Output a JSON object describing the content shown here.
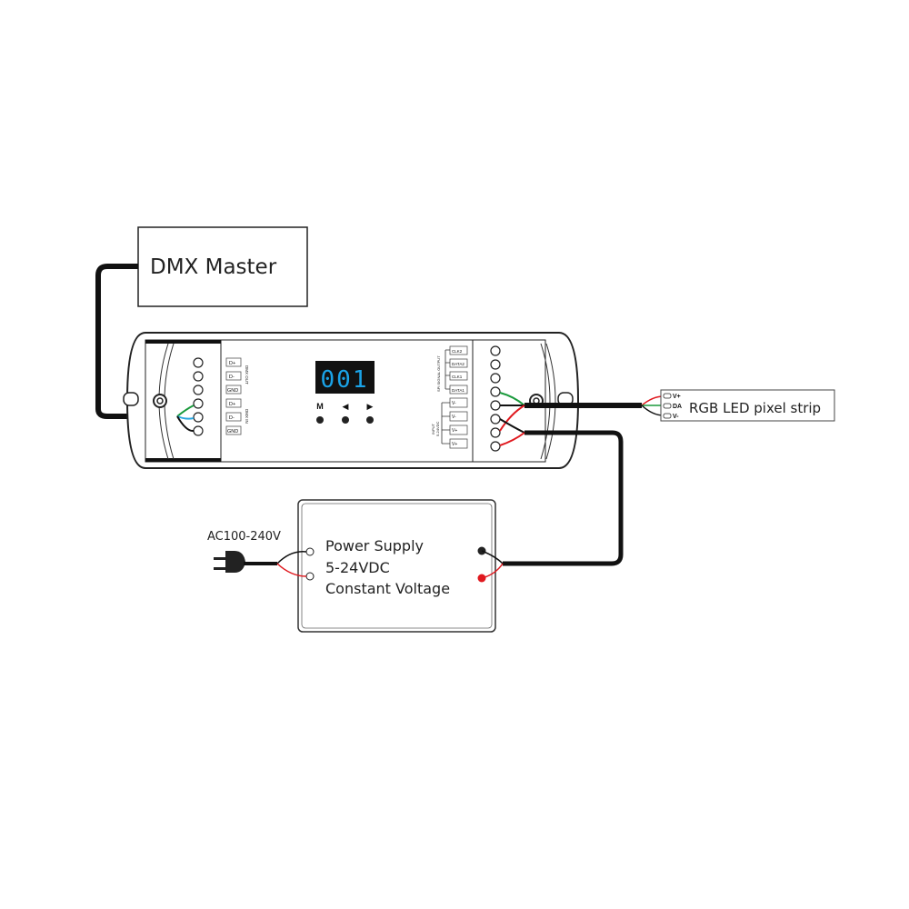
{
  "dmx_master": {
    "label": "DMX Master"
  },
  "controller": {
    "display_value": "001",
    "buttons": [
      {
        "label": "M"
      },
      {
        "label": "◀"
      },
      {
        "label": "▶"
      }
    ],
    "dmx_out_group": "DMX OUT",
    "dmx_in_group": "DMX IN",
    "dmx_out_terminals": [
      "D+",
      "D-",
      "GND"
    ],
    "dmx_in_terminals": [
      "D+",
      "D-",
      "GND"
    ],
    "spi_group": "SPI SIGNAL OUTPUT",
    "spi_terminals": [
      "CLK2",
      "DATA2",
      "CLK1",
      "DATA1"
    ],
    "input_group": "INPUT",
    "input_range": "5-24VDC",
    "input_terminals": [
      "V-",
      "V-",
      "V+",
      "V+"
    ],
    "display_color": "#1aa3e8"
  },
  "led_strip": {
    "label": "RGB LED pixel strip",
    "pins": [
      "V+",
      "DA",
      "V-"
    ]
  },
  "power_supply": {
    "line1": "Power Supply",
    "line2": "5-24VDC",
    "line3": "Constant Voltage",
    "ac_label": "AC100-240V"
  },
  "wire_colors": {
    "red": "#e0191f",
    "green": "#1a9a3c",
    "blue": "#2aa7e0",
    "black": "#111111"
  }
}
